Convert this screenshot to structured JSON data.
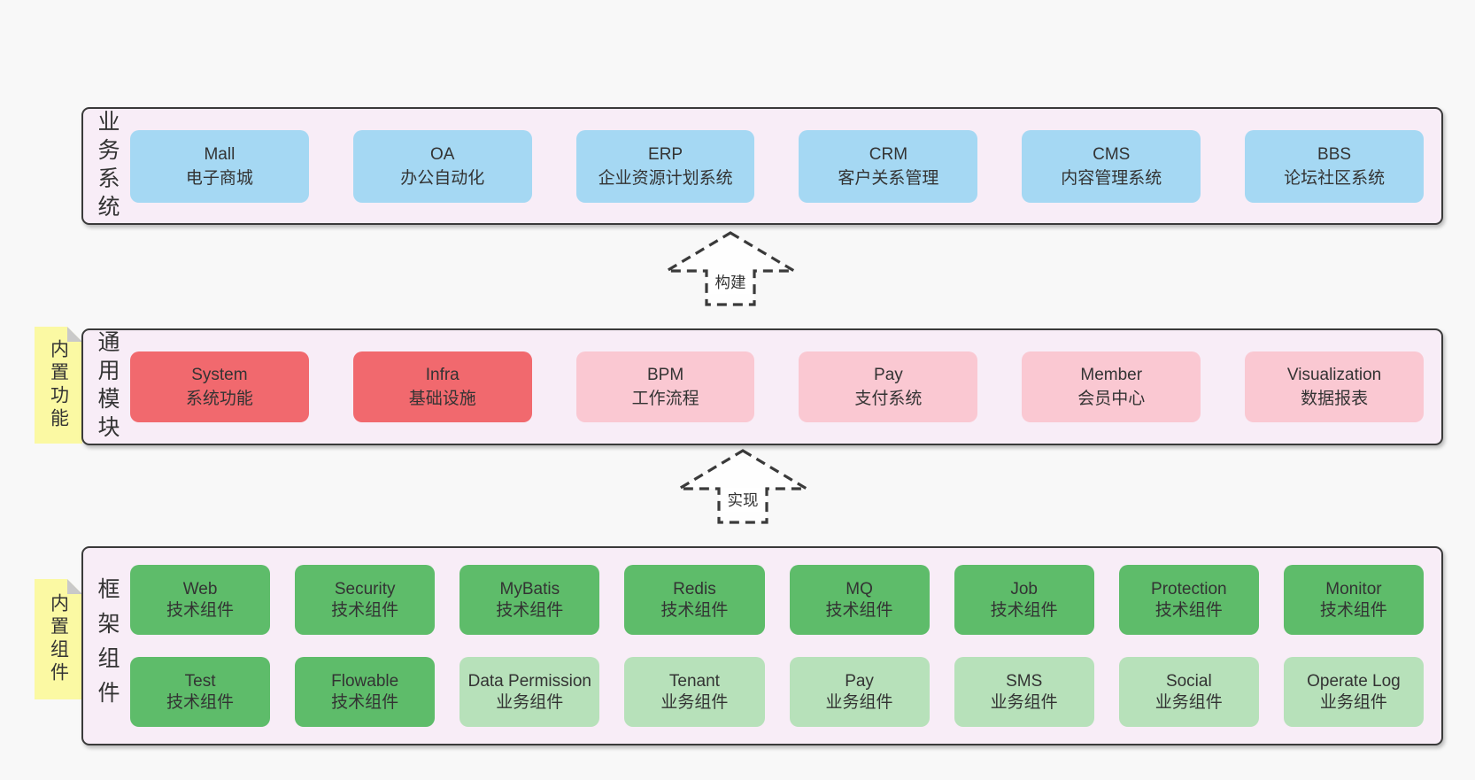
{
  "colors": {
    "page_bg": "#f8f8f8",
    "container_bg": "#f8edf7",
    "container_border": "#3a3a3a",
    "blue_box": "#a5d8f3",
    "red_box": "#f1696e",
    "pink_box": "#fac8d2",
    "green_dark_box": "#5ebc6a",
    "green_light_box": "#b7e1ba",
    "note_yellow": "#fbf9a3",
    "text": "#3b3b3b"
  },
  "layers": {
    "business": {
      "label": "业务系统",
      "boxes": [
        {
          "en": "Mall",
          "zh": "电子商城"
        },
        {
          "en": "OA",
          "zh": "办公自动化"
        },
        {
          "en": "ERP",
          "zh": "企业资源计划系统"
        },
        {
          "en": "CRM",
          "zh": "客户关系管理"
        },
        {
          "en": "CMS",
          "zh": "内容管理系统"
        },
        {
          "en": "BBS",
          "zh": "论坛社区系统"
        }
      ]
    },
    "modules": {
      "label": "通用模块",
      "note": "内置功能",
      "boxes": [
        {
          "en": "System",
          "zh": "系统功能"
        },
        {
          "en": "Infra",
          "zh": "基础设施"
        },
        {
          "en": "BPM",
          "zh": "工作流程"
        },
        {
          "en": "Pay",
          "zh": "支付系统"
        },
        {
          "en": "Member",
          "zh": "会员中心"
        },
        {
          "en": "Visualization",
          "zh": "数据报表"
        }
      ]
    },
    "components": {
      "label": "框架组件",
      "note": "内置组件",
      "row1": [
        {
          "en": "Web",
          "zh": "技术组件"
        },
        {
          "en": "Security",
          "zh": "技术组件"
        },
        {
          "en": "MyBatis",
          "zh": "技术组件"
        },
        {
          "en": "Redis",
          "zh": "技术组件"
        },
        {
          "en": "MQ",
          "zh": "技术组件"
        },
        {
          "en": "Job",
          "zh": "技术组件"
        },
        {
          "en": "Protection",
          "zh": "技术组件"
        },
        {
          "en": "Monitor",
          "zh": "技术组件"
        }
      ],
      "row2": [
        {
          "en": "Test",
          "zh": "技术组件"
        },
        {
          "en": "Flowable",
          "zh": "技术组件"
        },
        {
          "en": "Data Permission",
          "zh": "业务组件"
        },
        {
          "en": "Tenant",
          "zh": "业务组件"
        },
        {
          "en": "Pay",
          "zh": "业务组件"
        },
        {
          "en": "SMS",
          "zh": "业务组件"
        },
        {
          "en": "Social",
          "zh": "业务组件"
        },
        {
          "en": "Operate Log",
          "zh": "业务组件"
        }
      ]
    }
  },
  "arrows": {
    "build": "构建",
    "implement": "实现"
  }
}
